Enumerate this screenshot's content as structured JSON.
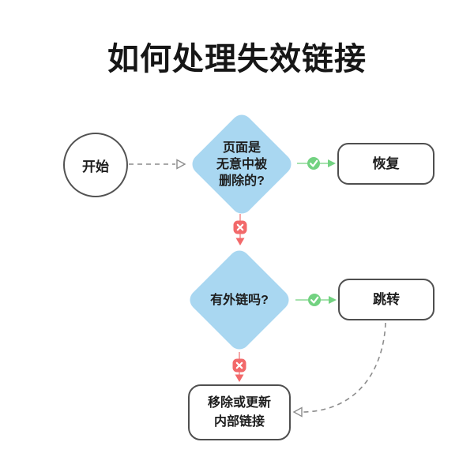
{
  "title": "如何处理失效链接",
  "nodes": {
    "start": {
      "label": "开始"
    },
    "q_deleted": {
      "label": "页面是\n无意中被\n删除的?"
    },
    "restore": {
      "label": "恢复"
    },
    "q_external": {
      "label": "有外链吗?"
    },
    "redirect": {
      "label": "跳转"
    },
    "update_links": {
      "label": "移除或更新\n内部链接"
    }
  },
  "edges": [
    {
      "from": "start",
      "to": "q_deleted",
      "style": "dashed",
      "result": ""
    },
    {
      "from": "q_deleted",
      "to": "restore",
      "style": "solid",
      "result": "yes"
    },
    {
      "from": "q_deleted",
      "to": "q_external",
      "style": "solid",
      "result": "no"
    },
    {
      "from": "q_external",
      "to": "redirect",
      "style": "solid",
      "result": "yes"
    },
    {
      "from": "q_external",
      "to": "update_links",
      "style": "solid",
      "result": "no"
    },
    {
      "from": "redirect",
      "to": "update_links",
      "style": "dashed",
      "result": ""
    }
  ],
  "icons": {
    "yes_badge": "check-circle",
    "no_badge": "x-circle",
    "open_arrow": "open-triangle",
    "solid_arrow": "filled-triangle"
  },
  "colors": {
    "background": "#ffffff",
    "diamond_fill": "#a9d7f1",
    "node_border": "#4f4f4f",
    "text": "#1d1d1d",
    "yes_badge": "#72d281",
    "yes_line": "#a8e2af",
    "no_badge": "#f2696a",
    "no_line": "#f5a8a8",
    "dashed_line": "#8c8c8c"
  }
}
